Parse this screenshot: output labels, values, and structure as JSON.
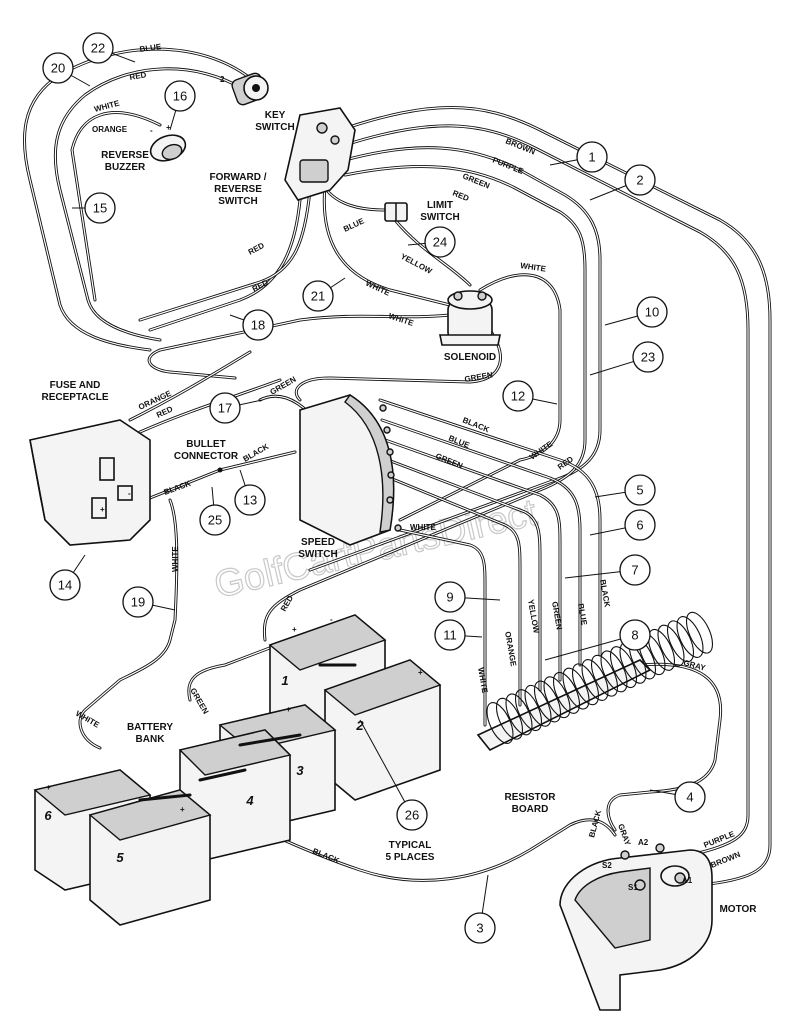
{
  "watermark": "GolfCartPartsDirect",
  "components": {
    "key_switch": "KEY SWITCH",
    "key_switch_terminal": "2",
    "reverse_buzzer": "REVERSE BUZZER",
    "buzzer_plus": "+",
    "buzzer_minus": "-",
    "forward_reverse_switch": "FORWARD / REVERSE SWITCH",
    "limit_switch": "LIMIT SWITCH",
    "solenoid": "SOLENOID",
    "fuse": "FUSE AND RECEPTACLE",
    "bullet_connector": "BULLET CONNECTOR",
    "speed_switch": "SPEED SWITCH",
    "resistor_board": "RESISTOR BOARD",
    "battery_bank": "BATTERY BANK",
    "motor": "MOTOR",
    "typical_note": "TYPICAL 5 PLACES"
  },
  "motor_terminals": [
    "A2",
    "S2",
    "S1",
    "A1"
  ],
  "batteries": [
    "1",
    "2",
    "3",
    "4",
    "5",
    "6"
  ],
  "battery_terminal_plus": "+",
  "battery_terminal_minus": "-",
  "wire_labels": {
    "blue_top": "BLUE",
    "red_top": "RED",
    "white_top": "WHITE",
    "orange_buzzer": "ORANGE",
    "brown": "BROWN",
    "purple": "PURPLE",
    "green_fr": "GREEN",
    "red_fr": "RED",
    "blue_limit": "BLUE",
    "yellow_limit": "YELLOW",
    "red_fr_left": "RED",
    "red_18": "RED",
    "white_21": "WHITE",
    "white_solenoid_top": "WHITE",
    "white_solenoid": "WHITE",
    "green_solenoid": "GREEN",
    "orange_fuse": "ORANGE",
    "red_fuse": "RED",
    "green_17": "GREEN",
    "black_bullet": "BLACK",
    "black_fuse": "BLACK",
    "black_speed": "BLACK",
    "blue_speed": "BLUE",
    "green_speed": "GREEN",
    "white_speed": "WHITE",
    "white_speed_bottom": "WHITE",
    "red_5": "RED",
    "white_19": "WHITE",
    "red_battery": "RED",
    "black_resistor": "BLACK",
    "blue_resistor": "BLUE",
    "green_resistor": "GREEN",
    "yellow_resistor": "YELLOW",
    "orange_resistor": "ORANGE",
    "white_resistor": "WHITE",
    "gray": "GRAY",
    "green_battery": "GREEN",
    "white_battery": "WHITE",
    "black_3": "BLACK",
    "black_motor": "BLACK",
    "gray_motor": "GRAY",
    "purple_motor": "PURPLE",
    "brown_motor": "BROWN"
  },
  "callouts": [
    "1",
    "2",
    "3",
    "4",
    "5",
    "6",
    "7",
    "8",
    "9",
    "10",
    "11",
    "12",
    "13",
    "14",
    "15",
    "16",
    "17",
    "18",
    "19",
    "20",
    "21",
    "22",
    "23",
    "24",
    "25",
    "26"
  ]
}
